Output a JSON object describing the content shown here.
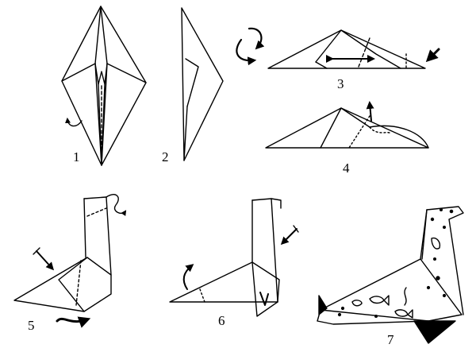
{
  "diagram": {
    "steps": [
      {
        "number": "1"
      },
      {
        "number": "2"
      },
      {
        "number": "3"
      },
      {
        "number": "4"
      },
      {
        "number": "5"
      },
      {
        "number": "6"
      },
      {
        "number": "7"
      }
    ]
  },
  "colors": {
    "ink": "#000000",
    "paper": "#ffffff"
  }
}
